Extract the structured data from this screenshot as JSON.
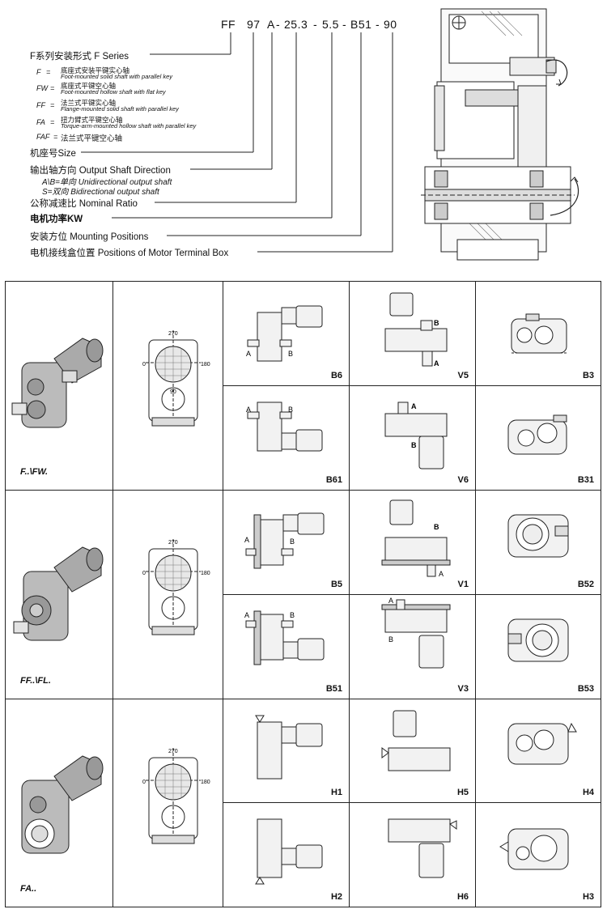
{
  "model_code": {
    "parts": [
      "FF",
      "97",
      "A",
      "25.3",
      "5.5",
      "B51",
      "90"
    ],
    "separator": "-"
  },
  "series_label": "F系列安装形式 F Series",
  "options": [
    {
      "code": "F",
      "eq": "=",
      "cn": "底座式安装平键实心轴",
      "en": "Foot-mounted solid shaft with parallel key"
    },
    {
      "code": "FW",
      "eq": "=",
      "cn": "底座式平键空心轴",
      "en": "Foot-mounted hollow shaft with flat key"
    },
    {
      "code": "FF",
      "eq": "=",
      "cn": "法兰式平键实心轴",
      "en": "Flange-mounted solid shaft with parallel key"
    },
    {
      "code": "FA",
      "eq": "=",
      "cn": "扭力臂式平键空心轴",
      "en": "Torque-arm-mounted hollow shaft with parallel key"
    },
    {
      "code": "FAF",
      "eq": "=",
      "cn": "法兰式平键空心轴",
      "en": ""
    }
  ],
  "size_label": "机座号Size",
  "direction_label": "输出轴方向 Output Shaft Direction",
  "direction_options": [
    "A\\B=单向 Unidirectional output shaft",
    "S=双向 Bidirectional output shaft"
  ],
  "ratio_label": "公称减速比 Nominal Ratio",
  "power_label": "电机功率KW",
  "mounting_label": "安装方位 Mounting Positions",
  "terminal_label": "电机接线盒位置 Positions of Motor Terminal Box",
  "rows": [
    {
      "type_label": "F..\\FW.",
      "dial": {
        "top": "270",
        "left": "0",
        "right": "180",
        "bottom": "90"
      },
      "sub": [
        [
          "B6",
          "V5",
          "B3"
        ],
        [
          "B61",
          "V6",
          "B31"
        ]
      ]
    },
    {
      "type_label": "FF..\\FL.",
      "dial": {
        "top": "270",
        "left": "0",
        "right": "180",
        "bottom": ""
      },
      "sub": [
        [
          "B5",
          "V1",
          "B52"
        ],
        [
          "B51",
          "V3",
          "B53"
        ]
      ]
    },
    {
      "type_label": "FA..",
      "dial": {
        "top": "270",
        "left": "0",
        "right": "180",
        "bottom": ""
      },
      "sub": [
        [
          "H1",
          "H5",
          "H4"
        ],
        [
          "H2",
          "H6",
          "H3"
        ]
      ]
    }
  ],
  "shaft_letters": {
    "a": "A",
    "b": "B"
  }
}
